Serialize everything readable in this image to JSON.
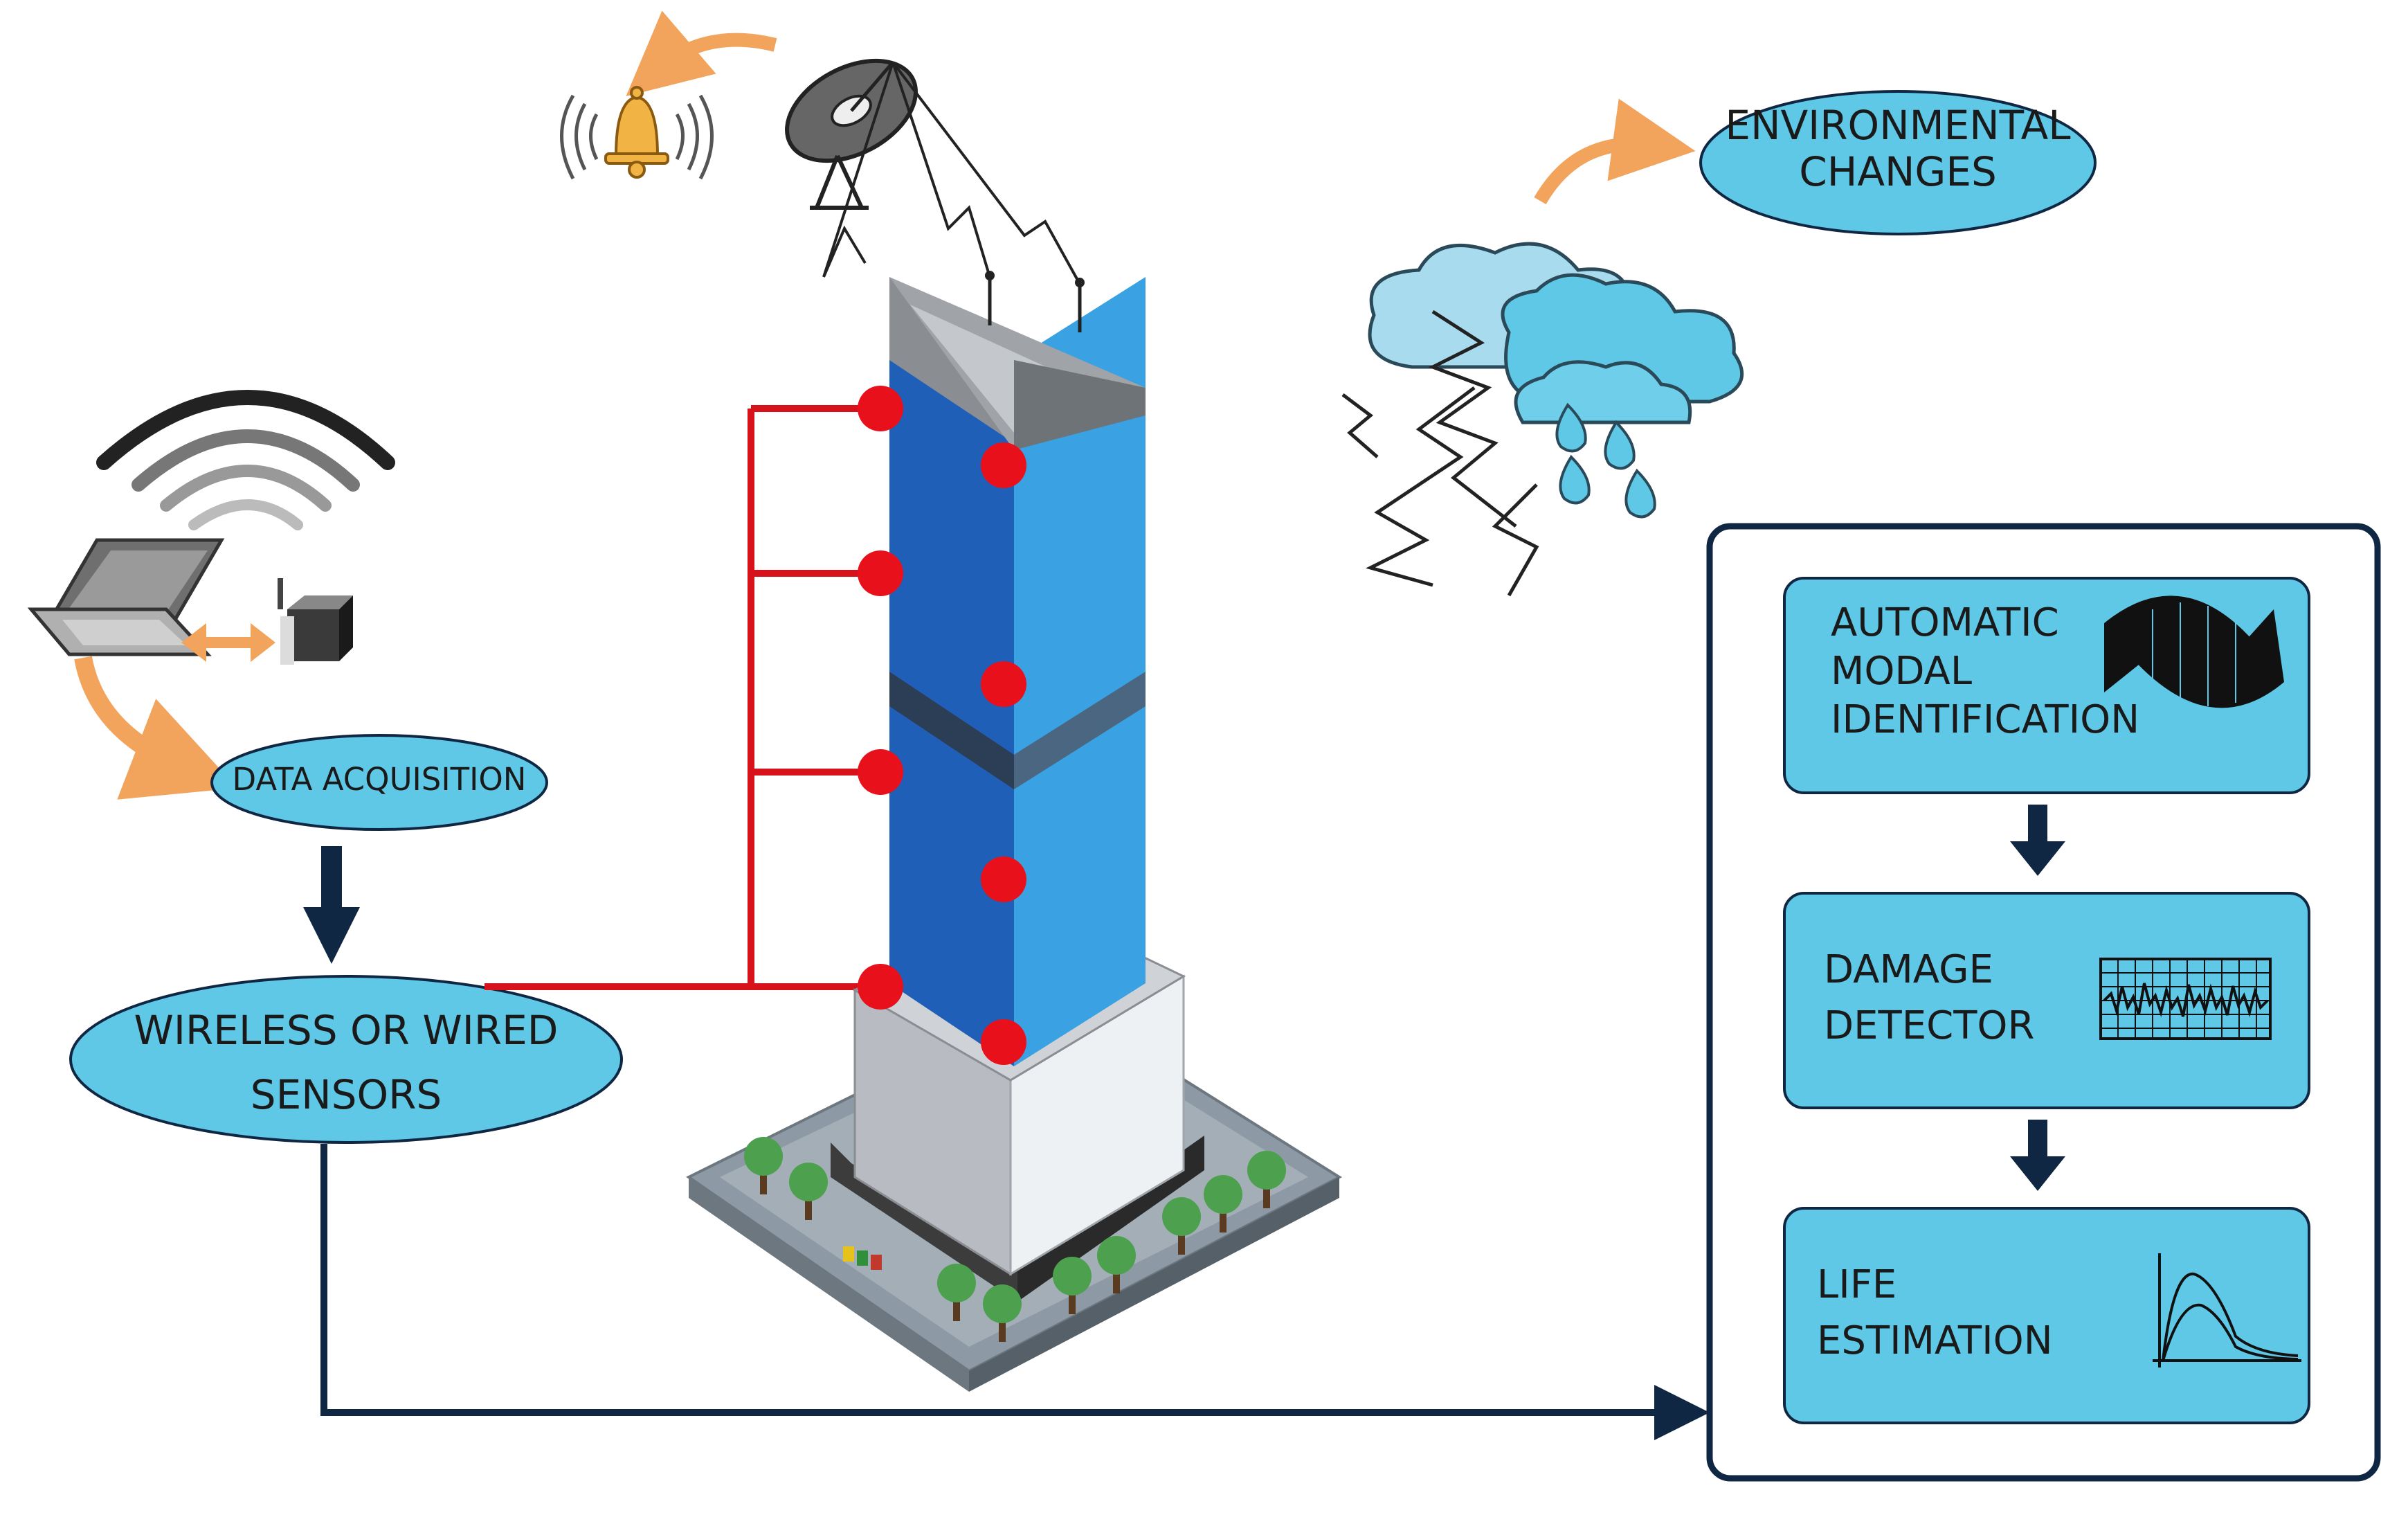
{
  "labels": {
    "environmental_line1": "ENVIRONMENTAL",
    "environmental_line2": "CHANGES",
    "data_acquisition": "DATA ACQUISITION",
    "sensors_line1": "WIRELESS OR WIRED",
    "sensors_line2": "SENSORS"
  },
  "pipeline": {
    "steps": [
      {
        "line1": "AUTOMATIC",
        "line2": "MODAL",
        "line3": "IDENTIFICATION",
        "icon": "mode-shape-icon"
      },
      {
        "line1": "DAMAGE",
        "line2": "DETECTOR",
        "icon": "vibration-signal-icon"
      },
      {
        "line1": "LIFE",
        "line2": "ESTIMATION",
        "icon": "decay-curve-icon"
      }
    ]
  },
  "colors": {
    "ellipse_fill": "#5ec8e6",
    "box_fill": "#5ec8e6",
    "navy": "#0f2742",
    "orange": "#f2a35c",
    "sensor_red": "#e8111b",
    "building_blue": "#1f5fb8",
    "cloud": "#8fd0ea"
  }
}
